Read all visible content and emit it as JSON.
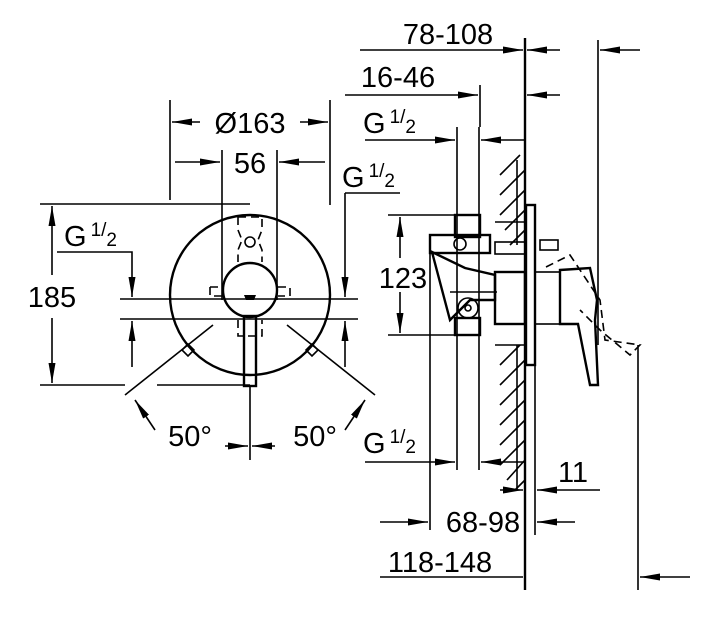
{
  "front_view": {
    "diameter": "Ø163",
    "width_56": "56",
    "height_185": "185",
    "thread_left": {
      "g": "G",
      "num": "1",
      "den": "2"
    },
    "thread_right": {
      "g": "G",
      "num": "1",
      "den": "2"
    },
    "angle_left": "50°",
    "angle_right": "50°"
  },
  "side_view": {
    "depth_78_108": "78-108",
    "depth_16_46": "16-46",
    "thread_top": {
      "g": "G",
      "num": "1",
      "den": "2"
    },
    "thread_bottom": {
      "g": "G",
      "num": "1",
      "den": "2"
    },
    "height_123": "123",
    "offset_11": "11",
    "depth_68_98": "68-98",
    "depth_118_148": "118-148"
  }
}
